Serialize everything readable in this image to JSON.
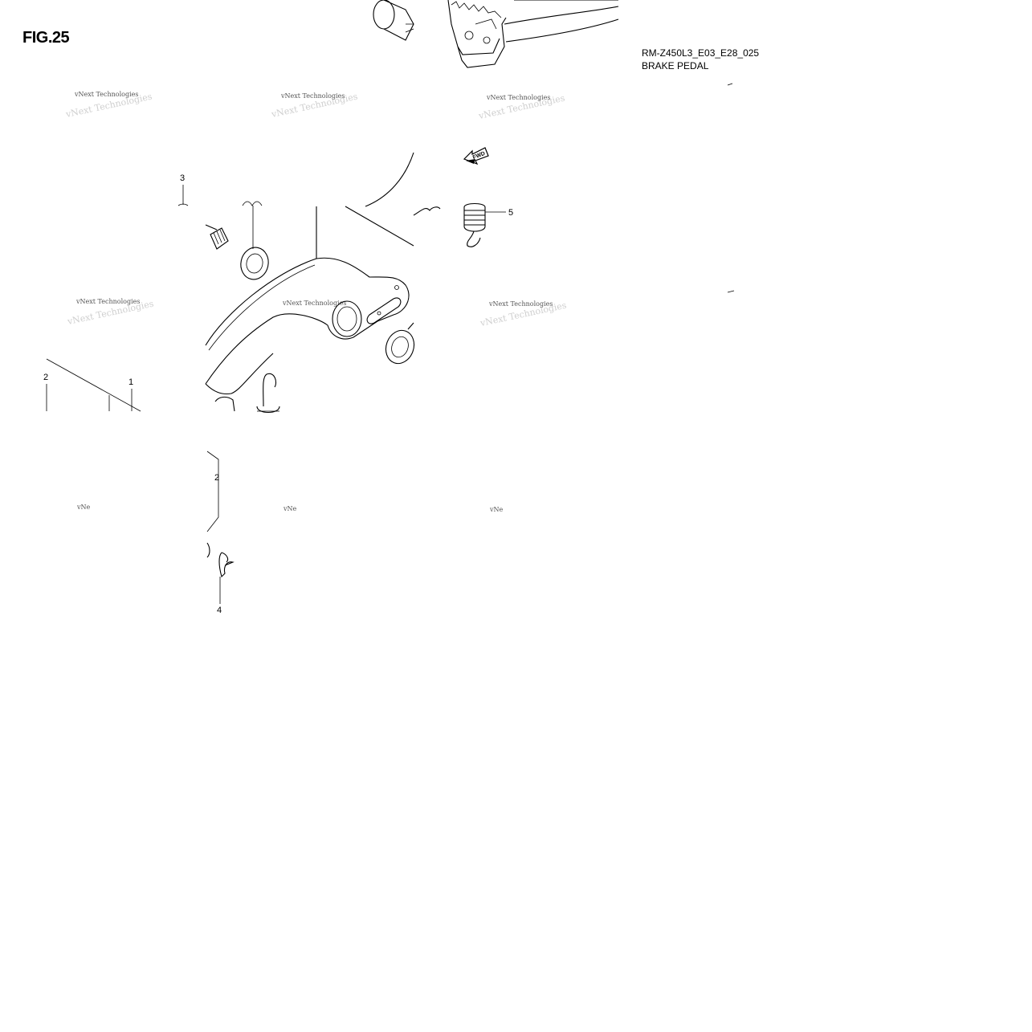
{
  "header": {
    "figure_label": "FIG.25",
    "diagram_code": "RM-Z450L3_E03_E28_025",
    "diagram_name": "BRAKE PEDAL"
  },
  "callouts": {
    "c1": "1",
    "c2a": "2",
    "c2b": "2",
    "c3": "3",
    "c4": "4",
    "c5": "5"
  },
  "direction_marker": "FWD",
  "watermark": {
    "text": "vNext Technologies",
    "fragment": "vNe"
  },
  "colors": {
    "ink": "#000000",
    "background": "#ffffff",
    "watermark_ghost": "#cfcfcf"
  }
}
